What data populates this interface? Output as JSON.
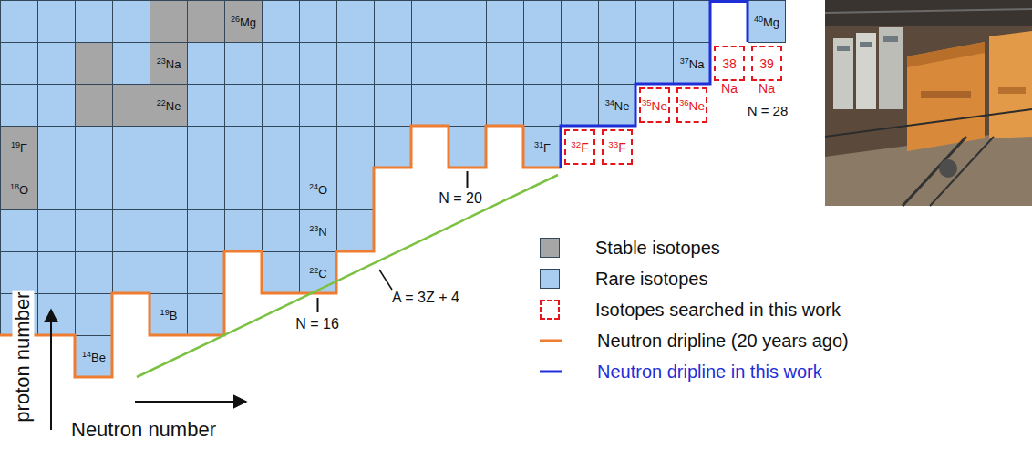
{
  "diagram": {
    "nodes": [
      {
        "text": [
          "26Mg"
        ]
      },
      {
        "text": [
          "40Mg"
        ]
      },
      {
        "text": [
          "23Na"
        ]
      },
      {
        "text": [
          "37Na"
        ]
      },
      {
        "text": [
          "38",
          "Na"
        ]
      },
      {
        "text": [
          "39",
          "Na"
        ]
      },
      {
        "text": [
          "22Ne"
        ]
      },
      {
        "text": [
          "34Ne"
        ]
      },
      {
        "text": [
          "35Ne"
        ]
      },
      {
        "text": [
          "36Ne"
        ]
      },
      {
        "text": [
          "19F"
        ]
      },
      {
        "text": [
          "31F"
        ]
      },
      {
        "text": [
          "32F"
        ]
      },
      {
        "text": [
          "33F"
        ]
      },
      {
        "text": [
          "18O"
        ]
      },
      {
        "text": [
          "24O"
        ]
      },
      {
        "text": [
          "23N"
        ]
      },
      {
        "text": [
          "22C"
        ]
      },
      {
        "text": [
          "19B"
        ]
      },
      {
        "text": [
          "14Be"
        ]
      }
    ],
    "labels": [
      "N = 28",
      "N = 20",
      "A = 3Z + 4",
      "N = 16",
      "proton number",
      "Neutron number"
    ],
    "legend": [
      {
        "text": "Stable isotopes",
        "color": "#a6a6a6"
      },
      {
        "text": "Rare isotopes",
        "color": "#a8cdf0"
      },
      {
        "text": "Isotopes searched in this work"
      },
      {
        "text": "Neutron dripline (20 years ago)"
      },
      {
        "text": "Neutron dripline in this work"
      }
    ]
  }
}
